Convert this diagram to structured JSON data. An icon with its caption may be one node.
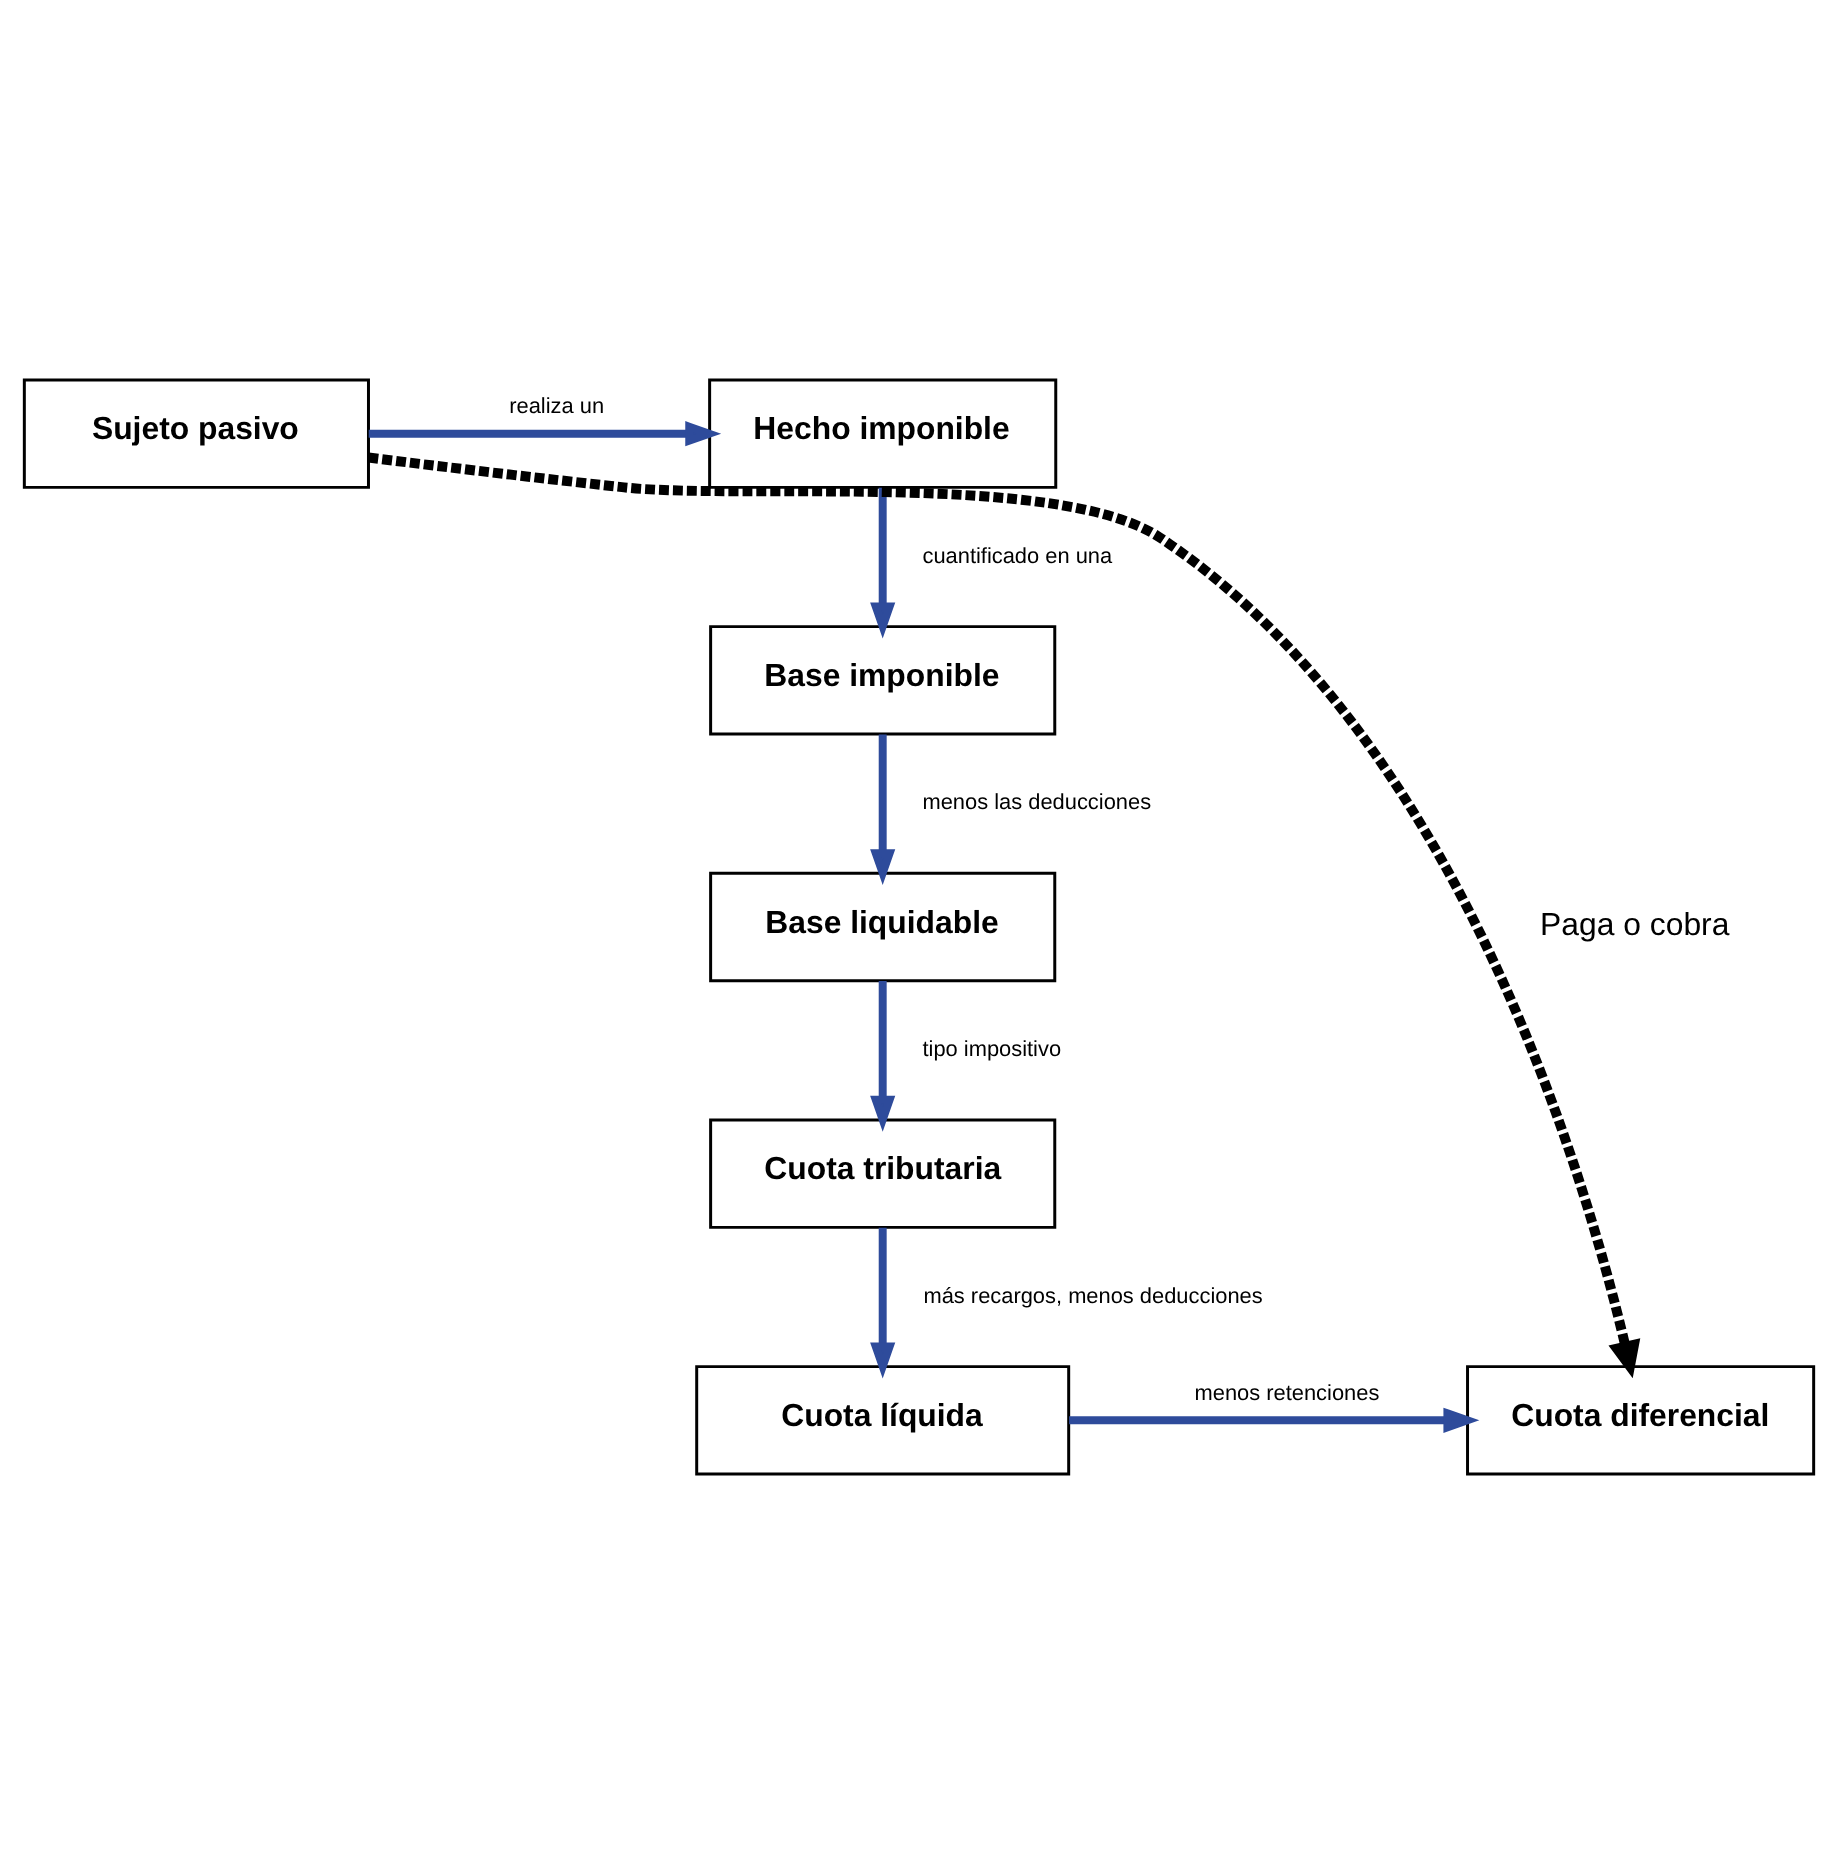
{
  "diagram": {
    "nodes": [
      {
        "text": [
          "Hecho imponible"
        ]
      },
      {
        "text": [
          "Sujeto pasivo"
        ]
      },
      {
        "text": [
          "Base imponible"
        ]
      },
      {
        "text": [
          "Base liquidable"
        ]
      },
      {
        "text": [
          "Cuota tributaria"
        ]
      },
      {
        "text": [
          "Cuota líquida"
        ]
      },
      {
        "text": [
          "Cuota diferencial"
        ]
      }
    ],
    "edges": [
      {
        "from": 1,
        "to": 0,
        "arrow": "to",
        "label": "realiza un"
      },
      {
        "from": 0,
        "to": 2,
        "arrow": "to",
        "label": "cuantificado en una"
      },
      {
        "from": 2,
        "to": 3,
        "arrow": "to",
        "label": "menos las deducciones"
      },
      {
        "from": 3,
        "to": 4,
        "arrow": "to",
        "label": "tipo impositivo"
      },
      {
        "from": 4,
        "to": 5,
        "arrow": "to",
        "label": "más recargos, menos deducciones"
      },
      {
        "from": 5,
        "to": 6,
        "arrow": "to",
        "label": "menos retenciones"
      },
      {
        "from": 1,
        "to": 6,
        "arrow": "to",
        "label": "Paga o cobra",
        "style": "dashed",
        "color": "#000000"
      }
    ]
  }
}
